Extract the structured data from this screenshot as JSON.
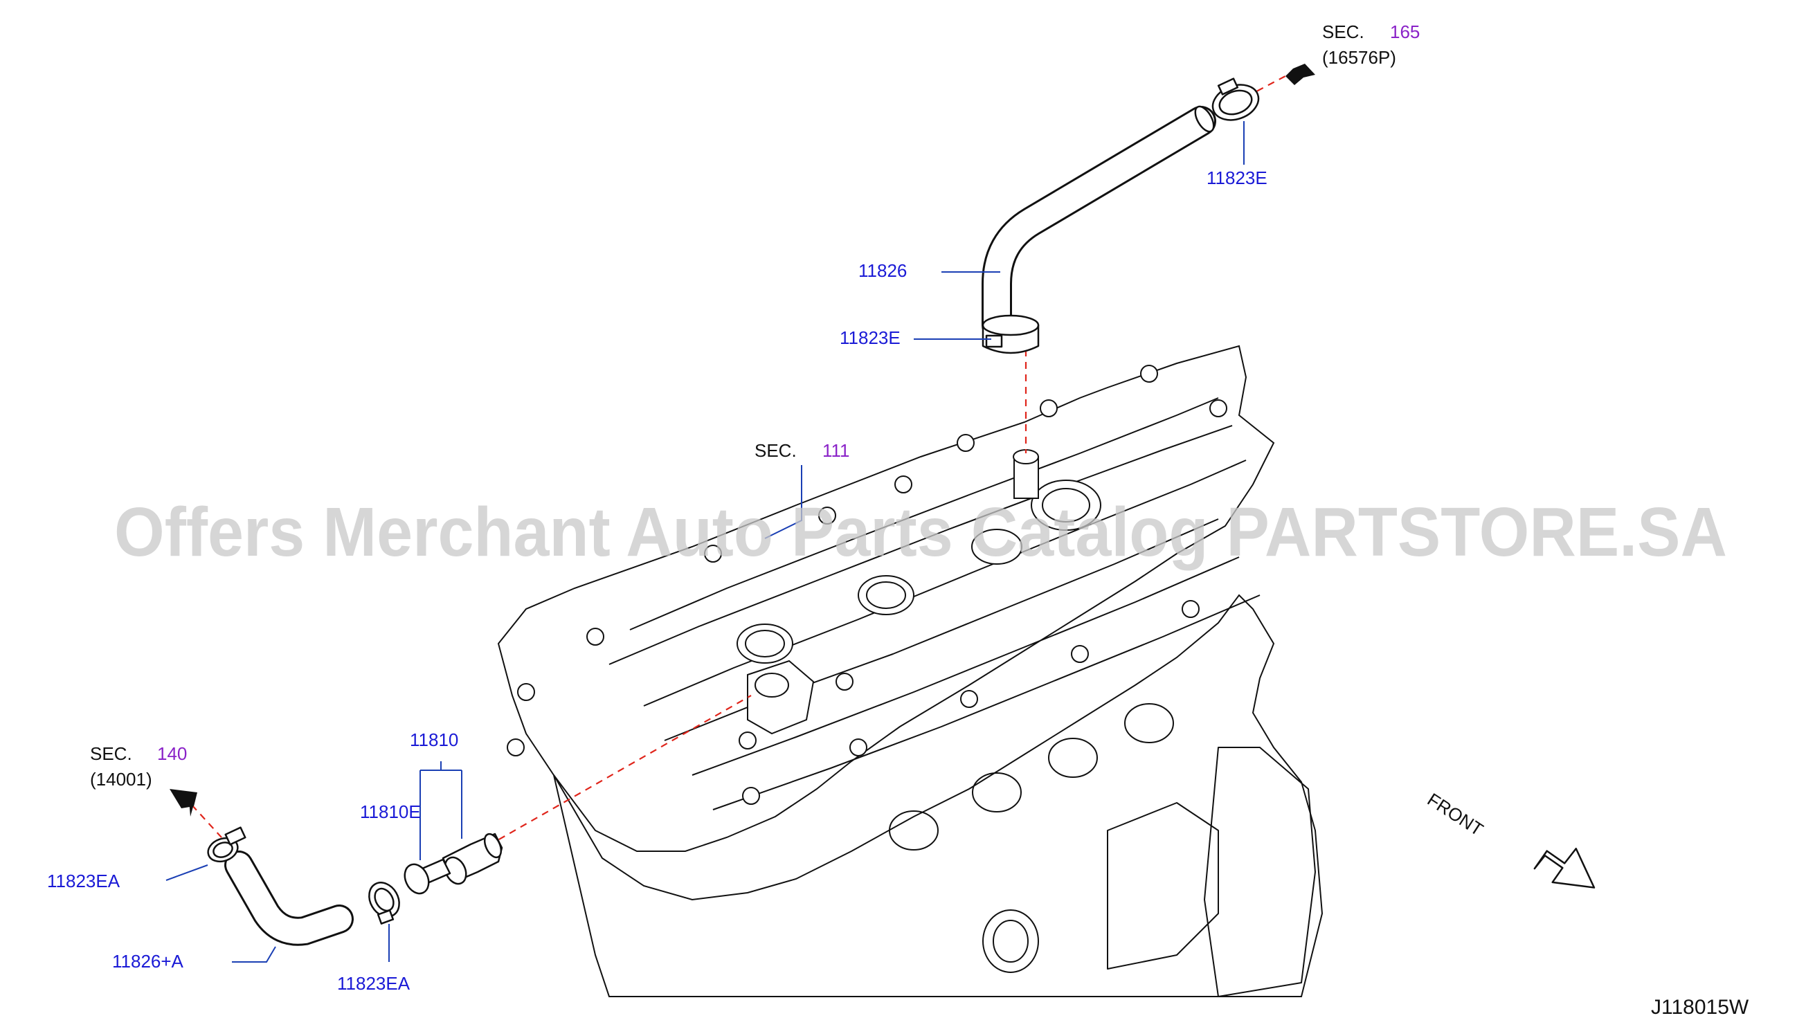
{
  "watermark": "Offers Merchant Auto Parts Catalog PARTSTORE.SA",
  "diagram_code": "J118015W",
  "front_label": "FRONT",
  "sections": [
    {
      "prefix": "SEC.",
      "number": "165",
      "ref": "(16576P)"
    },
    {
      "prefix": "SEC.",
      "number": "111",
      "ref": ""
    },
    {
      "prefix": "SEC.",
      "number": "140",
      "ref": "(14001)"
    }
  ],
  "parts": {
    "clamp_top": "11823E",
    "hose_upper": "11826",
    "clamp_upper_lower": "11823E",
    "pcv_valve_assy": "11810",
    "pcv_oring": "11810E",
    "clamp_lower_left": "11823EA",
    "hose_lower": "11826+A",
    "clamp_lower_right": "11823EA"
  },
  "colors": {
    "part_number": "#1a1ad6",
    "section_number": "#8a22c8",
    "leader_line": "#1a3fb4",
    "flow_dash": "#e0251b"
  }
}
